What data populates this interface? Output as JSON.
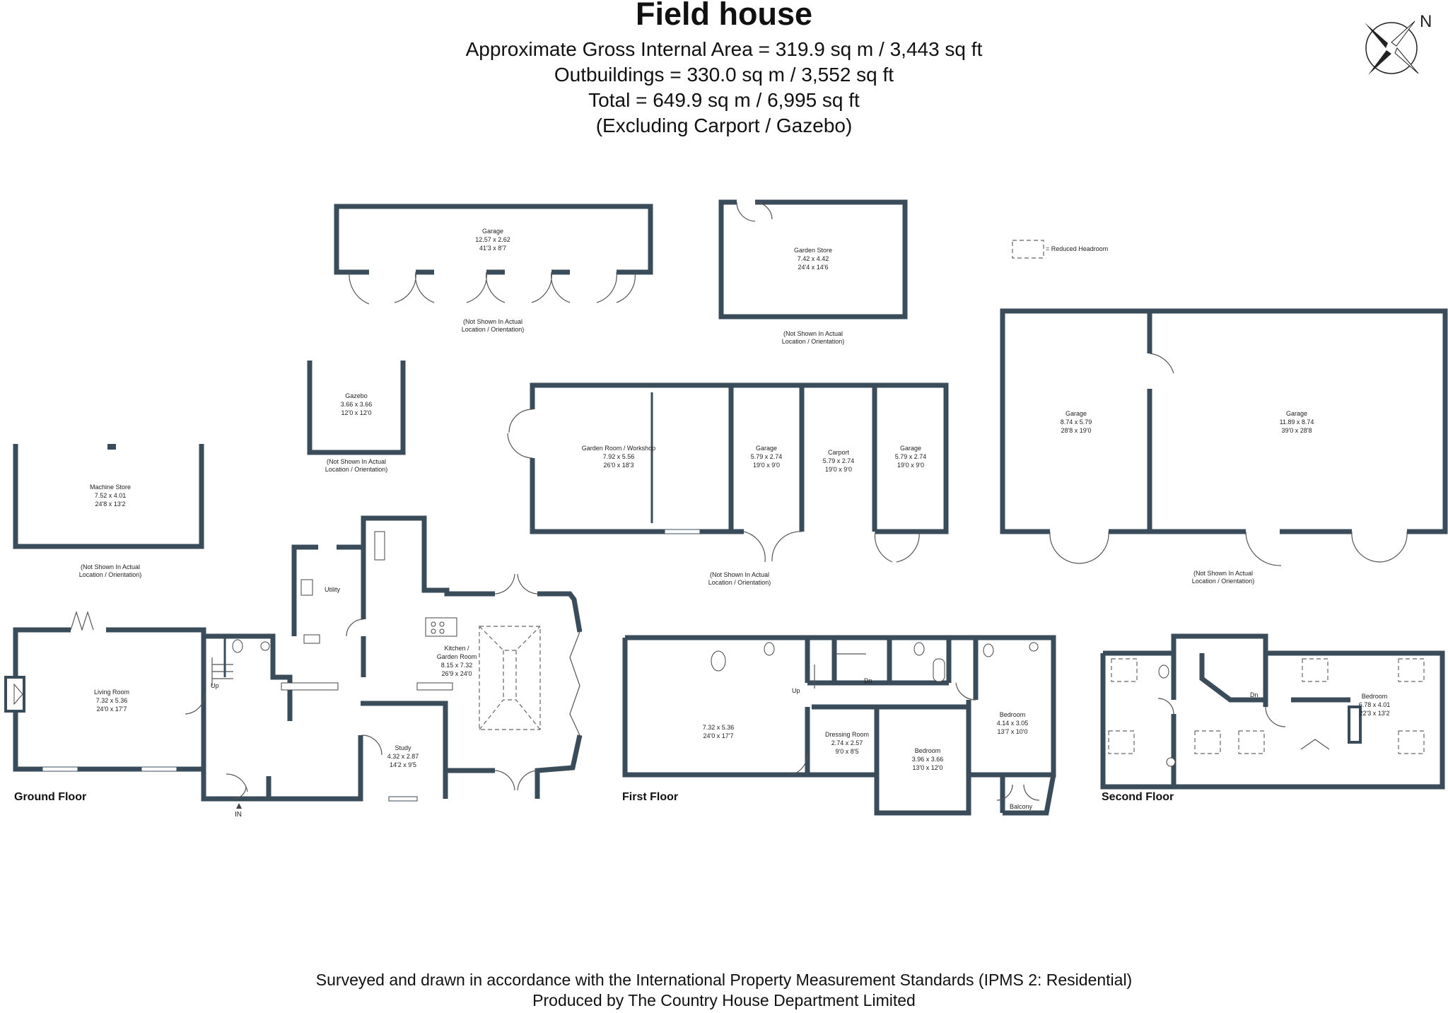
{
  "header": {
    "title": "Field house",
    "lines": [
      "Approximate Gross Internal Area = 319.9 sq m / 3,443 sq ft",
      "Outbuildings = 330.0 sq m / 3,552 sq ft",
      "Total = 649.9 sq m / 6,995 sq ft",
      "(Excluding Carport / Gazebo)"
    ]
  },
  "compass": {
    "label": "N"
  },
  "key": {
    "reduced_headroom": "= Reduced Headroom"
  },
  "note": [
    "(Not Shown In Actual",
    "Location / Orientation)"
  ],
  "floors": {
    "ground": "Ground Floor",
    "first": "First Floor",
    "second": "Second Floor"
  },
  "rooms": {
    "garage_a": [
      "Garage",
      "12.57 x 2.62",
      "41'3 x 8'7"
    ],
    "garden_store": [
      "Garden Store",
      "7.42 x 4.42",
      "24'4 x 14'6"
    ],
    "gazebo": [
      "Gazebo",
      "3.66 x 3.66",
      "12'0 x 12'0"
    ],
    "machine_store": [
      "Machine Store",
      "7.52 x 4.01",
      "24'8 x 13'2"
    ],
    "garden_room": [
      "Garden Room / Workshop",
      "7.92 x 5.56",
      "26'0 x 18'3"
    ],
    "garage_b": [
      "Garage",
      "5.79 x 2.74",
      "19'0 x 9'0"
    ],
    "carport": [
      "Carport",
      "5.79 x 2.74",
      "19'0 x 9'0"
    ],
    "garage_c": [
      "Garage",
      "5.79 x 2.74",
      "19'0 x 9'0"
    ],
    "garage_d": [
      "Garage",
      "8.74 x 5.79",
      "28'8 x 19'0"
    ],
    "garage_e": [
      "Garage",
      "11.89 x 8.74",
      "39'0 x 28'8"
    ],
    "living_room": [
      "Living Room",
      "7.32 x 5.36",
      "24'0 x 17'7"
    ],
    "utility": [
      "Utility"
    ],
    "kitchen": [
      "Kitchen /",
      "Garden Room",
      "8.15 x 7.32",
      "26'9 x 24'0"
    ],
    "study": [
      "Study",
      "4.32 x 2.87",
      "14'2 x 9'5"
    ],
    "first_main": [
      "7.32 x 5.36",
      "24'0 x 17'7"
    ],
    "dressing_room": [
      "Dressing Room",
      "2.74 x 2.57",
      "9'0 x 8'5"
    ],
    "bedroom_1": [
      "Bedroom",
      "3.96 x 3.66",
      "13'0 x 12'0"
    ],
    "bedroom_2": [
      "Bedroom",
      "4.14 x 3.05",
      "13'7 x 10'0"
    ],
    "balcony": [
      "Balcony"
    ],
    "bedroom_3": [
      "Bedroom",
      "6.78 x 4.01",
      "22'3 x 13'2"
    ]
  },
  "labels": {
    "up": "Up",
    "dn": "Dn",
    "in": "IN"
  },
  "footer": [
    "Surveyed and drawn in accordance with the International Property Measurement Standards (IPMS 2: Residential)",
    "Produced by The Country House Department Limited"
  ],
  "colors": {
    "wall": "#3a4b59",
    "wall_fill": "#52646f",
    "line": "#444444"
  }
}
